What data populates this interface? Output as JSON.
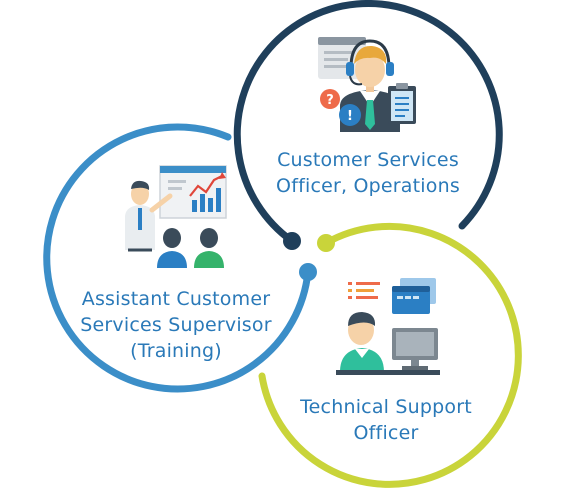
{
  "roles": [
    {
      "id": "cso",
      "lines": [
        "Customer Services",
        "Officer, Operations"
      ],
      "color": "#1f3f5b",
      "icon": "call-center-agent-icon"
    },
    {
      "id": "acss",
      "lines": [
        "Assistant Customer",
        "Services Supervisor",
        "(Training)"
      ],
      "color": "#3b8ec8",
      "icon": "presentation-training-icon"
    },
    {
      "id": "tso",
      "lines": [
        "Technical Support",
        "Officer"
      ],
      "color": "#c9d43a",
      "icon": "desktop-support-icon"
    }
  ],
  "label_color": "#2a79b8"
}
